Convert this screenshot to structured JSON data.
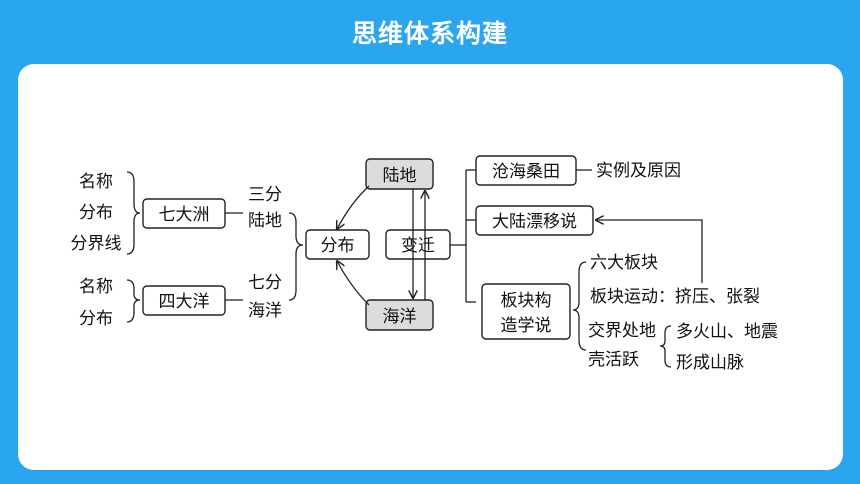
{
  "header": {
    "title": "思维体系构建"
  },
  "left": {
    "group1": [
      "名称",
      "分布",
      "分界线"
    ],
    "group2": [
      "名称",
      "分布"
    ],
    "continents": "七大洲",
    "oceans": "四大洋",
    "ratio_land_1": "三分",
    "ratio_land_2": "陆地",
    "ratio_sea_1": "七分",
    "ratio_sea_2": "海洋"
  },
  "center": {
    "land": "陆地",
    "sea": "海洋",
    "distribution": "分布",
    "change": "变迁"
  },
  "right": {
    "canghai": "沧海桑田",
    "examples": "实例及原因",
    "drift": "大陆漂移说",
    "plate_1": "板块构",
    "plate_2": "造学说",
    "six_plates": "六大板块",
    "movement": "板块运动：挤压、张裂",
    "boundary_1": "交界处地",
    "boundary_2": "壳活跃",
    "result_1": "多火山、地震",
    "result_2": "形成山脉"
  },
  "colors": {
    "background": "#2aa6f0",
    "panel": "#ffffff",
    "gray_box": "#dcdcdc"
  }
}
